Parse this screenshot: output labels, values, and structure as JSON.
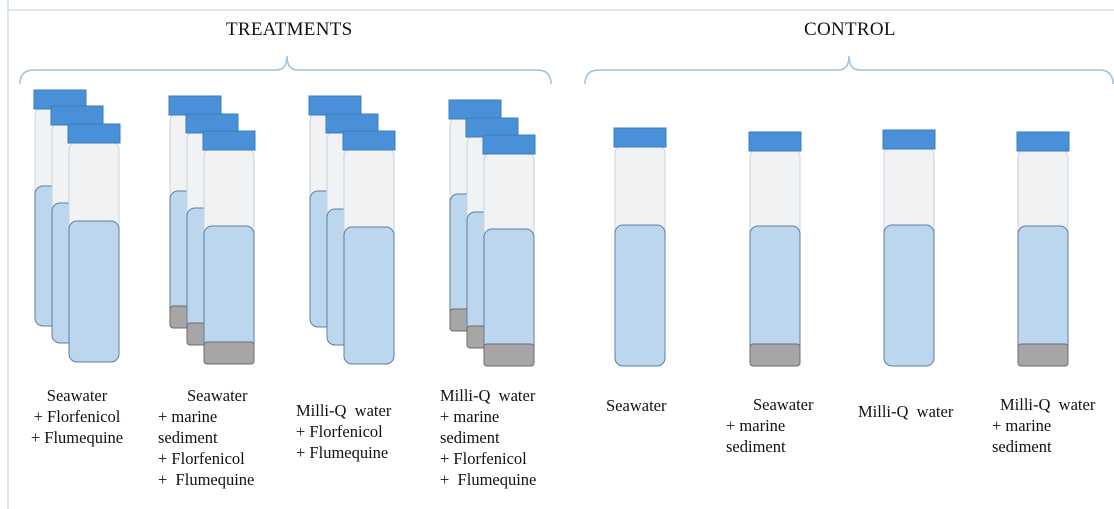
{
  "headings": {
    "treatments": "TREATMENTS",
    "control": "CONTROL"
  },
  "colors": {
    "cap": "#4a90d9",
    "cap_border": "#3a7bc0",
    "tube_empty": "#f1f2f4",
    "liquid": "#bcd6ee",
    "sediment": "#a8a5a6",
    "outline": "#5b7fa6",
    "bracket": "#9fbfdf"
  },
  "treatments": [
    {
      "lines": [
        "Seawater",
        "+ Florfenicol",
        "+ Flumequine"
      ],
      "sediment": false
    },
    {
      "lines": [
        "Seawater",
        "+ marine",
        "sediment",
        "+ Florfenicol",
        "+  Flumequine"
      ],
      "sediment": true
    },
    {
      "lines": [
        "Milli-Q  water",
        "+ Florfenicol",
        "+ Flumequine"
      ],
      "sediment": false
    },
    {
      "lines": [
        "Milli-Q  water",
        "+ marine",
        "sediment",
        "+ Florfenicol",
        "+  Flumequine"
      ],
      "sediment": true
    }
  ],
  "controls": [
    {
      "lines": [
        "Seawater"
      ],
      "sediment": false
    },
    {
      "lines": [
        "Seawater",
        "+ marine",
        "sediment"
      ],
      "sediment": true
    },
    {
      "lines": [
        "Milli-Q  water"
      ],
      "sediment": false
    },
    {
      "lines": [
        "Milli-Q  water",
        "+ marine",
        "sediment"
      ],
      "sediment": true
    }
  ]
}
